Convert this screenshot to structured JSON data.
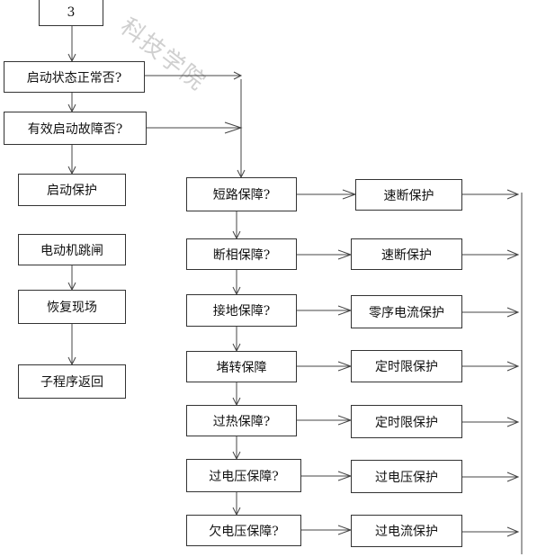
{
  "watermark": "科技学院",
  "nodes": {
    "step3": "3",
    "start_normal": "启动状态正常否?",
    "valid_fault": "有效启动故障否?",
    "start_protect": "启动保护",
    "motor_trip": "电动机跳闸",
    "restore": "恢复现场",
    "sub_return": "子程序返回",
    "short_circuit": "短路保障?",
    "phase_break": "断相保障?",
    "ground": "接地保障?",
    "stall": "堵转保障",
    "overheat": "过热保障?",
    "overvoltage": "过电压保障?",
    "undervoltage": "欠电压保障?",
    "quick_break_1": "速断保护",
    "quick_break_2": "速断保护",
    "zero_seq": "零序电流保护",
    "timed_limit_1": "定时限保护",
    "timed_limit_2": "定时限保护",
    "overvoltage_protect": "过电压保护",
    "overcurrent_protect": "过电流保护"
  }
}
